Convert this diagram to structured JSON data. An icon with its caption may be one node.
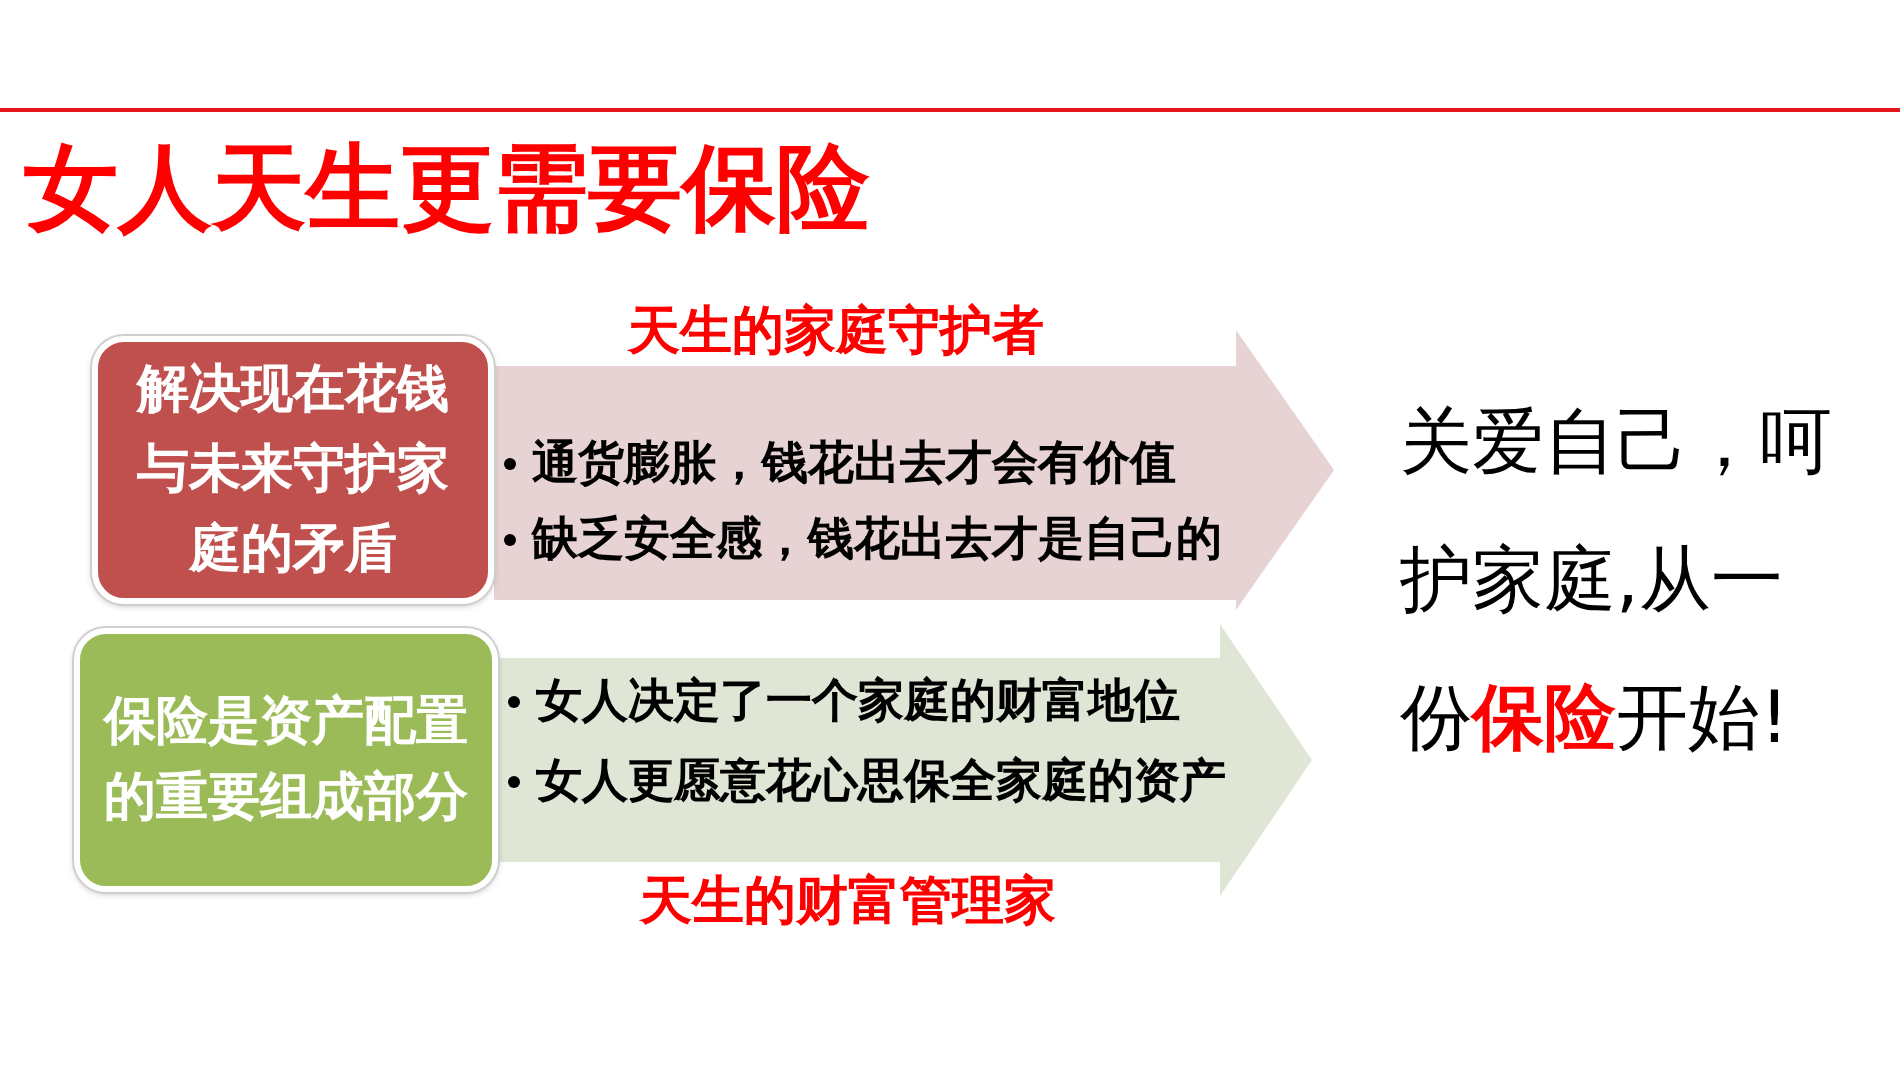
{
  "diagram": {
    "title": "女人天生更需要保险",
    "nodes": [
      {
        "text": [
          "解决现在花钱与未来守护家庭的矛盾"
        ]
      },
      {
        "text": [
          "天生的家庭守护者",
          "通货膨胀，钱花出去才会有价值",
          "缺乏安全感，钱花出去才是自己的"
        ]
      },
      {
        "text": [
          "保险是资产配置的重要组成部分"
        ]
      },
      {
        "text": [
          "女人决定了一个家庭的财富地位",
          "女人更愿意花心思保全家庭的资产",
          "天生的财富管理家"
        ]
      },
      {
        "text": [
          "关爱自己，呵护家庭,从一份**保险**开始!"
        ]
      }
    ]
  }
}
